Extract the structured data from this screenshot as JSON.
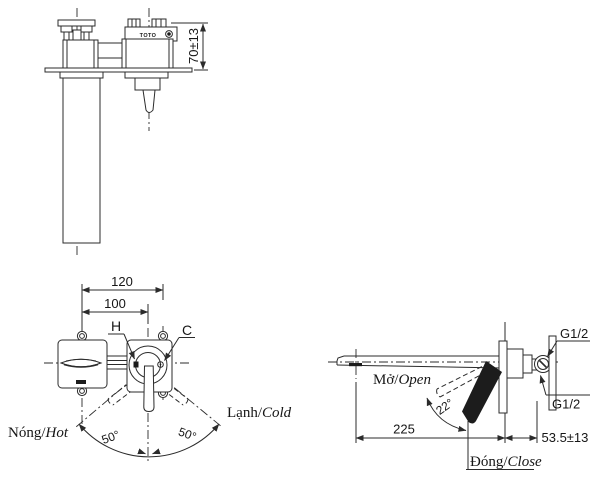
{
  "background": "#ffffff",
  "ink": "#2b2b2b",
  "brand": "TOTO",
  "top_view": {
    "dim_height": "70±13"
  },
  "front_view": {
    "dim_span_outer": "120",
    "dim_span_inner": "100",
    "port_hot": "H",
    "port_cold": "C",
    "label_hot": {
      "vi": "Nóng",
      "sep": "/",
      "en": "Hot"
    },
    "label_cold": {
      "vi": "Lạnh",
      "sep": "/",
      "en": "Cold"
    },
    "angle_left": "50°",
    "angle_right": "50°"
  },
  "side_view": {
    "label_open": {
      "vi": "Mở",
      "sep": "/",
      "en": "Open"
    },
    "label_close": {
      "vi": "Đóng",
      "sep": "/",
      "en": "Close"
    },
    "angle_open": "22°",
    "dim_reach": "225",
    "dim_wall": "53.5±13",
    "thread_top": "G1/2",
    "thread_bottom": "G1/2"
  }
}
